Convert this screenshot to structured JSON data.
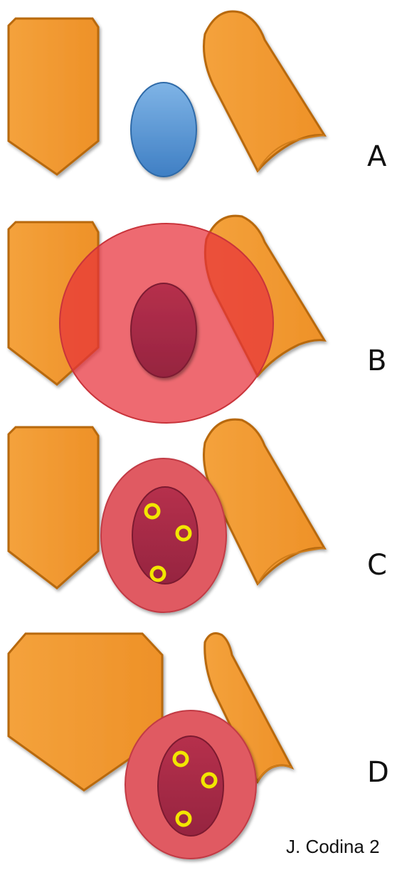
{
  "panels": [
    {
      "label": "A"
    },
    {
      "label": "B"
    },
    {
      "label": "C"
    },
    {
      "label": "D"
    }
  ],
  "credit": "J. Codina 2",
  "colors": {
    "orange": "#f29a33",
    "orange_dark": "#c46f12",
    "blue": "#5b9bd5",
    "red_translucent": "#e8303a",
    "red_pink": "#e05a62",
    "dark_red": "#a72a45",
    "yellow": "#f2e600"
  }
}
